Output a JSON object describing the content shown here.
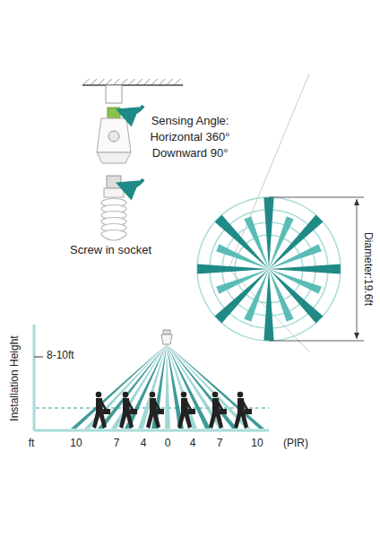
{
  "diagram": {
    "labels": [
      "Screw in socket",
      "Sensing Angle:",
      "Horizontal 360°",
      "Downward 90°",
      "Diameter:19.6ft",
      "Installation Height",
      "8-10ft",
      "ft",
      "10",
      "7",
      "4",
      "0",
      "4",
      "7",
      "10",
      "(PIR)"
    ]
  }
}
